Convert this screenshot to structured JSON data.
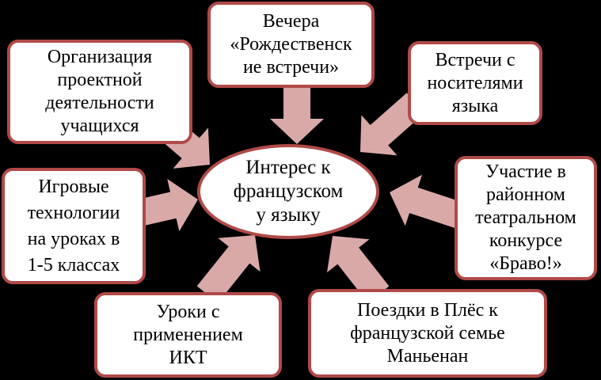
{
  "center": {
    "lines": [
      "Интерес к",
      "французском",
      "у языку"
    ]
  },
  "nodes": [
    {
      "id": "evenings",
      "lines": [
        "Вечера",
        "«Рождественск",
        "ие встречи»"
      ]
    },
    {
      "id": "projects",
      "lines": [
        "Организация",
        "проектной",
        "деятельности",
        "учащихся"
      ]
    },
    {
      "id": "native-speakers",
      "lines": [
        "Встречи с",
        "носителями",
        "языка"
      ]
    },
    {
      "id": "games",
      "lines": [
        "Игровые",
        "технологии",
        "на уроках в",
        "1-5 классах"
      ]
    },
    {
      "id": "theatre",
      "lines": [
        "Участие в",
        "районном",
        "театральном",
        "конкурсе",
        "«Браво!»"
      ]
    },
    {
      "id": "ict",
      "lines": [
        "Уроки с",
        "применением",
        "ИКТ"
      ]
    },
    {
      "id": "trips",
      "lines": [
        "Поездки в Плёс  к",
        "французской семье",
        "Маньенан"
      ]
    }
  ],
  "colors": {
    "background": "#000000",
    "border": "#b04a48",
    "arrow": "#d9a9a8",
    "box": "#ffffff"
  }
}
